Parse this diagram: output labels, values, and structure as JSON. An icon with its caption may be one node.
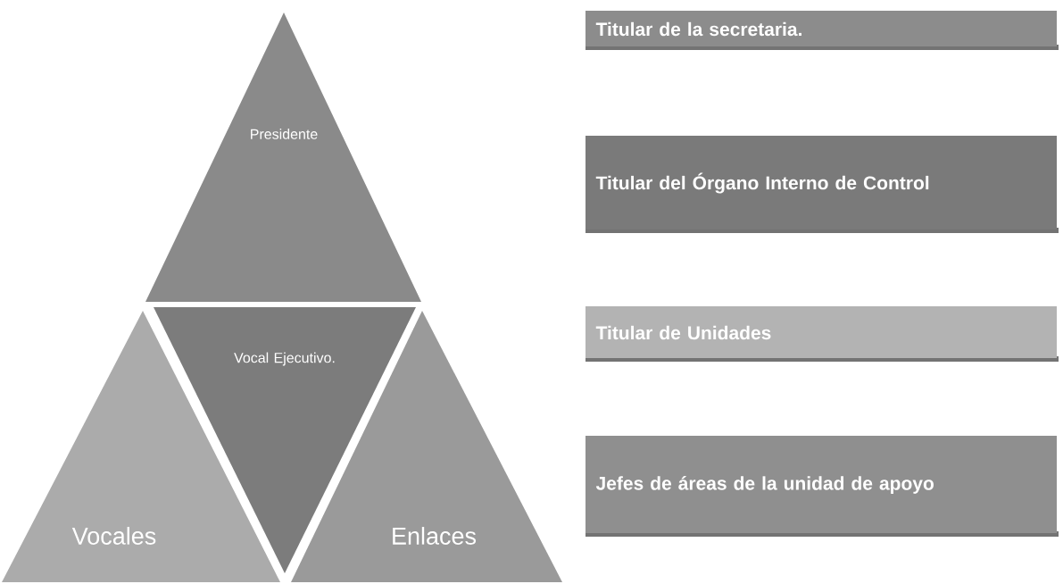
{
  "diagram": {
    "nodes": [
      {
        "text": [
          "Presidente"
        ]
      },
      {
        "text": [
          "Vocal Ejecutivo."
        ]
      },
      {
        "text": [
          "Vocales"
        ]
      },
      {
        "text": [
          "Enlaces"
        ]
      },
      {
        "text": [
          "Titular de la secretaria."
        ]
      },
      {
        "text": [
          "Titular del Órgano Interno de Control"
        ]
      },
      {
        "text": [
          "Titular de Unidades"
        ]
      },
      {
        "text": [
          "Jefes de áreas de la unidad de apoyo"
        ]
      }
    ]
  }
}
